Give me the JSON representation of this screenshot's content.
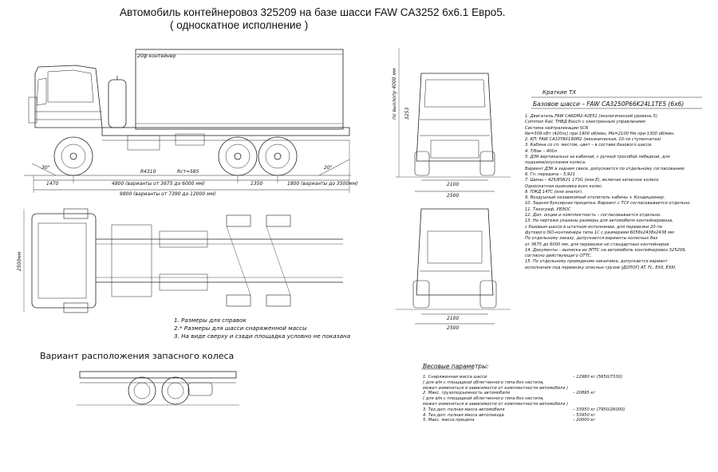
{
  "header": {
    "title": "Автомобиль контейнеровоз 325209 на базе шасси FAW CA3252 6х6.1 Евро5.",
    "subtitle": "( односкатное исполнение )"
  },
  "side_view": {
    "container_label": "20ф контейнер",
    "dims": {
      "front_overhang": "1470",
      "wheelbase": "4800 (варианты от 3675 до 6000 мм)",
      "rear_axles": "1350",
      "rear_overhang": "1800 (варианты до 3500мм)",
      "overall": "9800 (варианты от 7390 до 12000 мм)",
      "turn_radius": "R4310",
      "rmin": "Rст=585",
      "angle_front": "30°",
      "angle_rear": "20°"
    }
  },
  "front_view": {
    "height": "по выхлопу 4000 мм",
    "cab_height": "3253",
    "track": "2100",
    "width": "2500"
  },
  "plan_view": {
    "width": "2500мм"
  },
  "rear_view": {
    "track": "2100",
    "width": "2500"
  },
  "notes": [
    "1.   Размеры для справок",
    "2.* Размеры для шасси снаряженной массы",
    "3.   На виде сверху и сзади площадка условно не показана"
  ],
  "spare_wheel": {
    "heading": "Вариант расположения запасного колеса"
  },
  "specs": {
    "heading": "Краткие ТХ",
    "base": "Базовое шасси – FAW CA3250P66K24L1TE5 (6х6)",
    "rows": [
      "1.  Двигатель FAW CA6DM2-42E51 (экологический уровень 5)",
      "     Common Rail, ТНВД Bosch с электронным управлением",
      "     Система нейтрализации SCR",
      "     Nе=309 кВт (420лс) при 1900 об/мин, Ме=2100 Нм при 1300 об/мин.",
      "2.  КП: FAW CA10TAX190M2 (механическая, 10-ти ступенчатая)",
      "3.  Кабина со сп. местом, цвет – в составе базового шасси.",
      "4.  Т/бак –  400л",
      "5.  ДЗК вертикально за кабиной, с ручной трособой лебедкой, для",
      "     подъема/опускания колеса.",
      "     Вариант ДЗК в заднем свесе, допускается по отдельному согласованию",
      "6.  Гл. передача – 5,921",
      "7.  Шины – 425/85R21 173G (или Е), включая запасное колесо.",
      "     Односкатная ошиновка всех колес.",
      "8.  ПЖД 14ТС (или аналог).",
      "9.  Воздушный независимый отопитель кабины + Кондиционер.",
      "10. Задняя буксирная прицепка. Вариант с ТСУ согласовывается отдельно.",
      "11. Тахограф, УВЭОС",
      "12. Доп. опции и комплектность – согласовывается отдельно.",
      "13. На чертеже указаны размеры для автомобиля контейнеровоза,",
      "      с базовым шасси в штатном исполнении, для перевозки 20-ти",
      "      футового ISO-контейнера типа 1С с размерами 6058х2438х2438 мм",
      "      По отдельному заказу, допускается варианты колесных баз",
      "      от 3675 до 6000 мм, для перевозки не стандартных контейнеров.",
      "14. Документы – выписка из ЭПТС на автомобиль контейнеровоз 325209,",
      "      согласно действующего ОТТС.",
      "15. По отдельному проведению заказчика, допускается вариант",
      "      исполнения под перевозку опасных грузов (ДОПОГ) AT, FL, EXII, EXIII."
    ]
  },
  "weights": {
    "heading": "Весовые параметры:",
    "rows": [
      {
        "label": "1. Снаряженная масса шасси",
        "value": "– 12980 кг (5650/7330)"
      },
      {
        "label": "  ( для а/м с площадкой облегченного типа без настила,",
        "value": ""
      },
      {
        "label": "     может изменяться в зависимости от комплектности автомобиля )",
        "value": ""
      },
      {
        "label": "2. Макс. грузоподъемность автомобиля",
        "value": "– 20895 кг"
      },
      {
        "label": "  ( для а/м с площадкой облегченного типа без настила,",
        "value": ""
      },
      {
        "label": "     может изменяться в зависимости от комплектности автомобиля )",
        "value": ""
      },
      {
        "label": "3. Тех.доп. полная масса автомобиля",
        "value": "– 33950 кг (7950/26000)"
      },
      {
        "label": "4. Тех.доп. полная масса автопоезда",
        "value": "– 53950 кг"
      },
      {
        "label": "5. Макс. масса прицепа",
        "value": "– 20000 кг"
      }
    ]
  }
}
